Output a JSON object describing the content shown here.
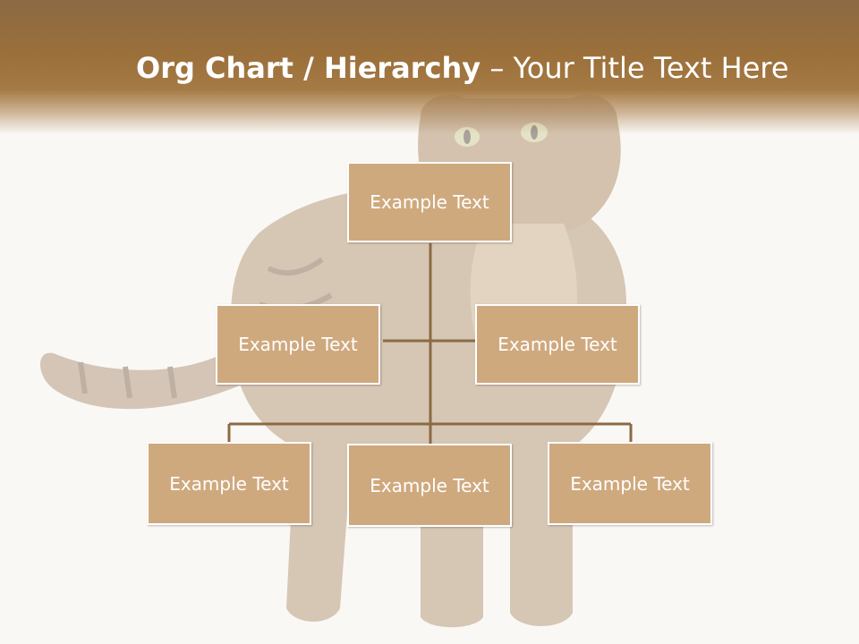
{
  "title": {
    "bold": "Org Chart / Hierarchy",
    "separator": " – ",
    "rest": "Your Title Text Here"
  },
  "org_chart": {
    "root": {
      "label": "Example Text"
    },
    "assistants": [
      {
        "label": "Example Text"
      },
      {
        "label": "Example Text"
      }
    ],
    "children": [
      {
        "label": "Example Text"
      },
      {
        "label": "Example Text"
      },
      {
        "label": "Example Text"
      }
    ]
  },
  "colors": {
    "header": "#9a6f3a",
    "node_fill": "#cfa97e",
    "connector": "#8b6a44",
    "background": "#faf8f5"
  }
}
